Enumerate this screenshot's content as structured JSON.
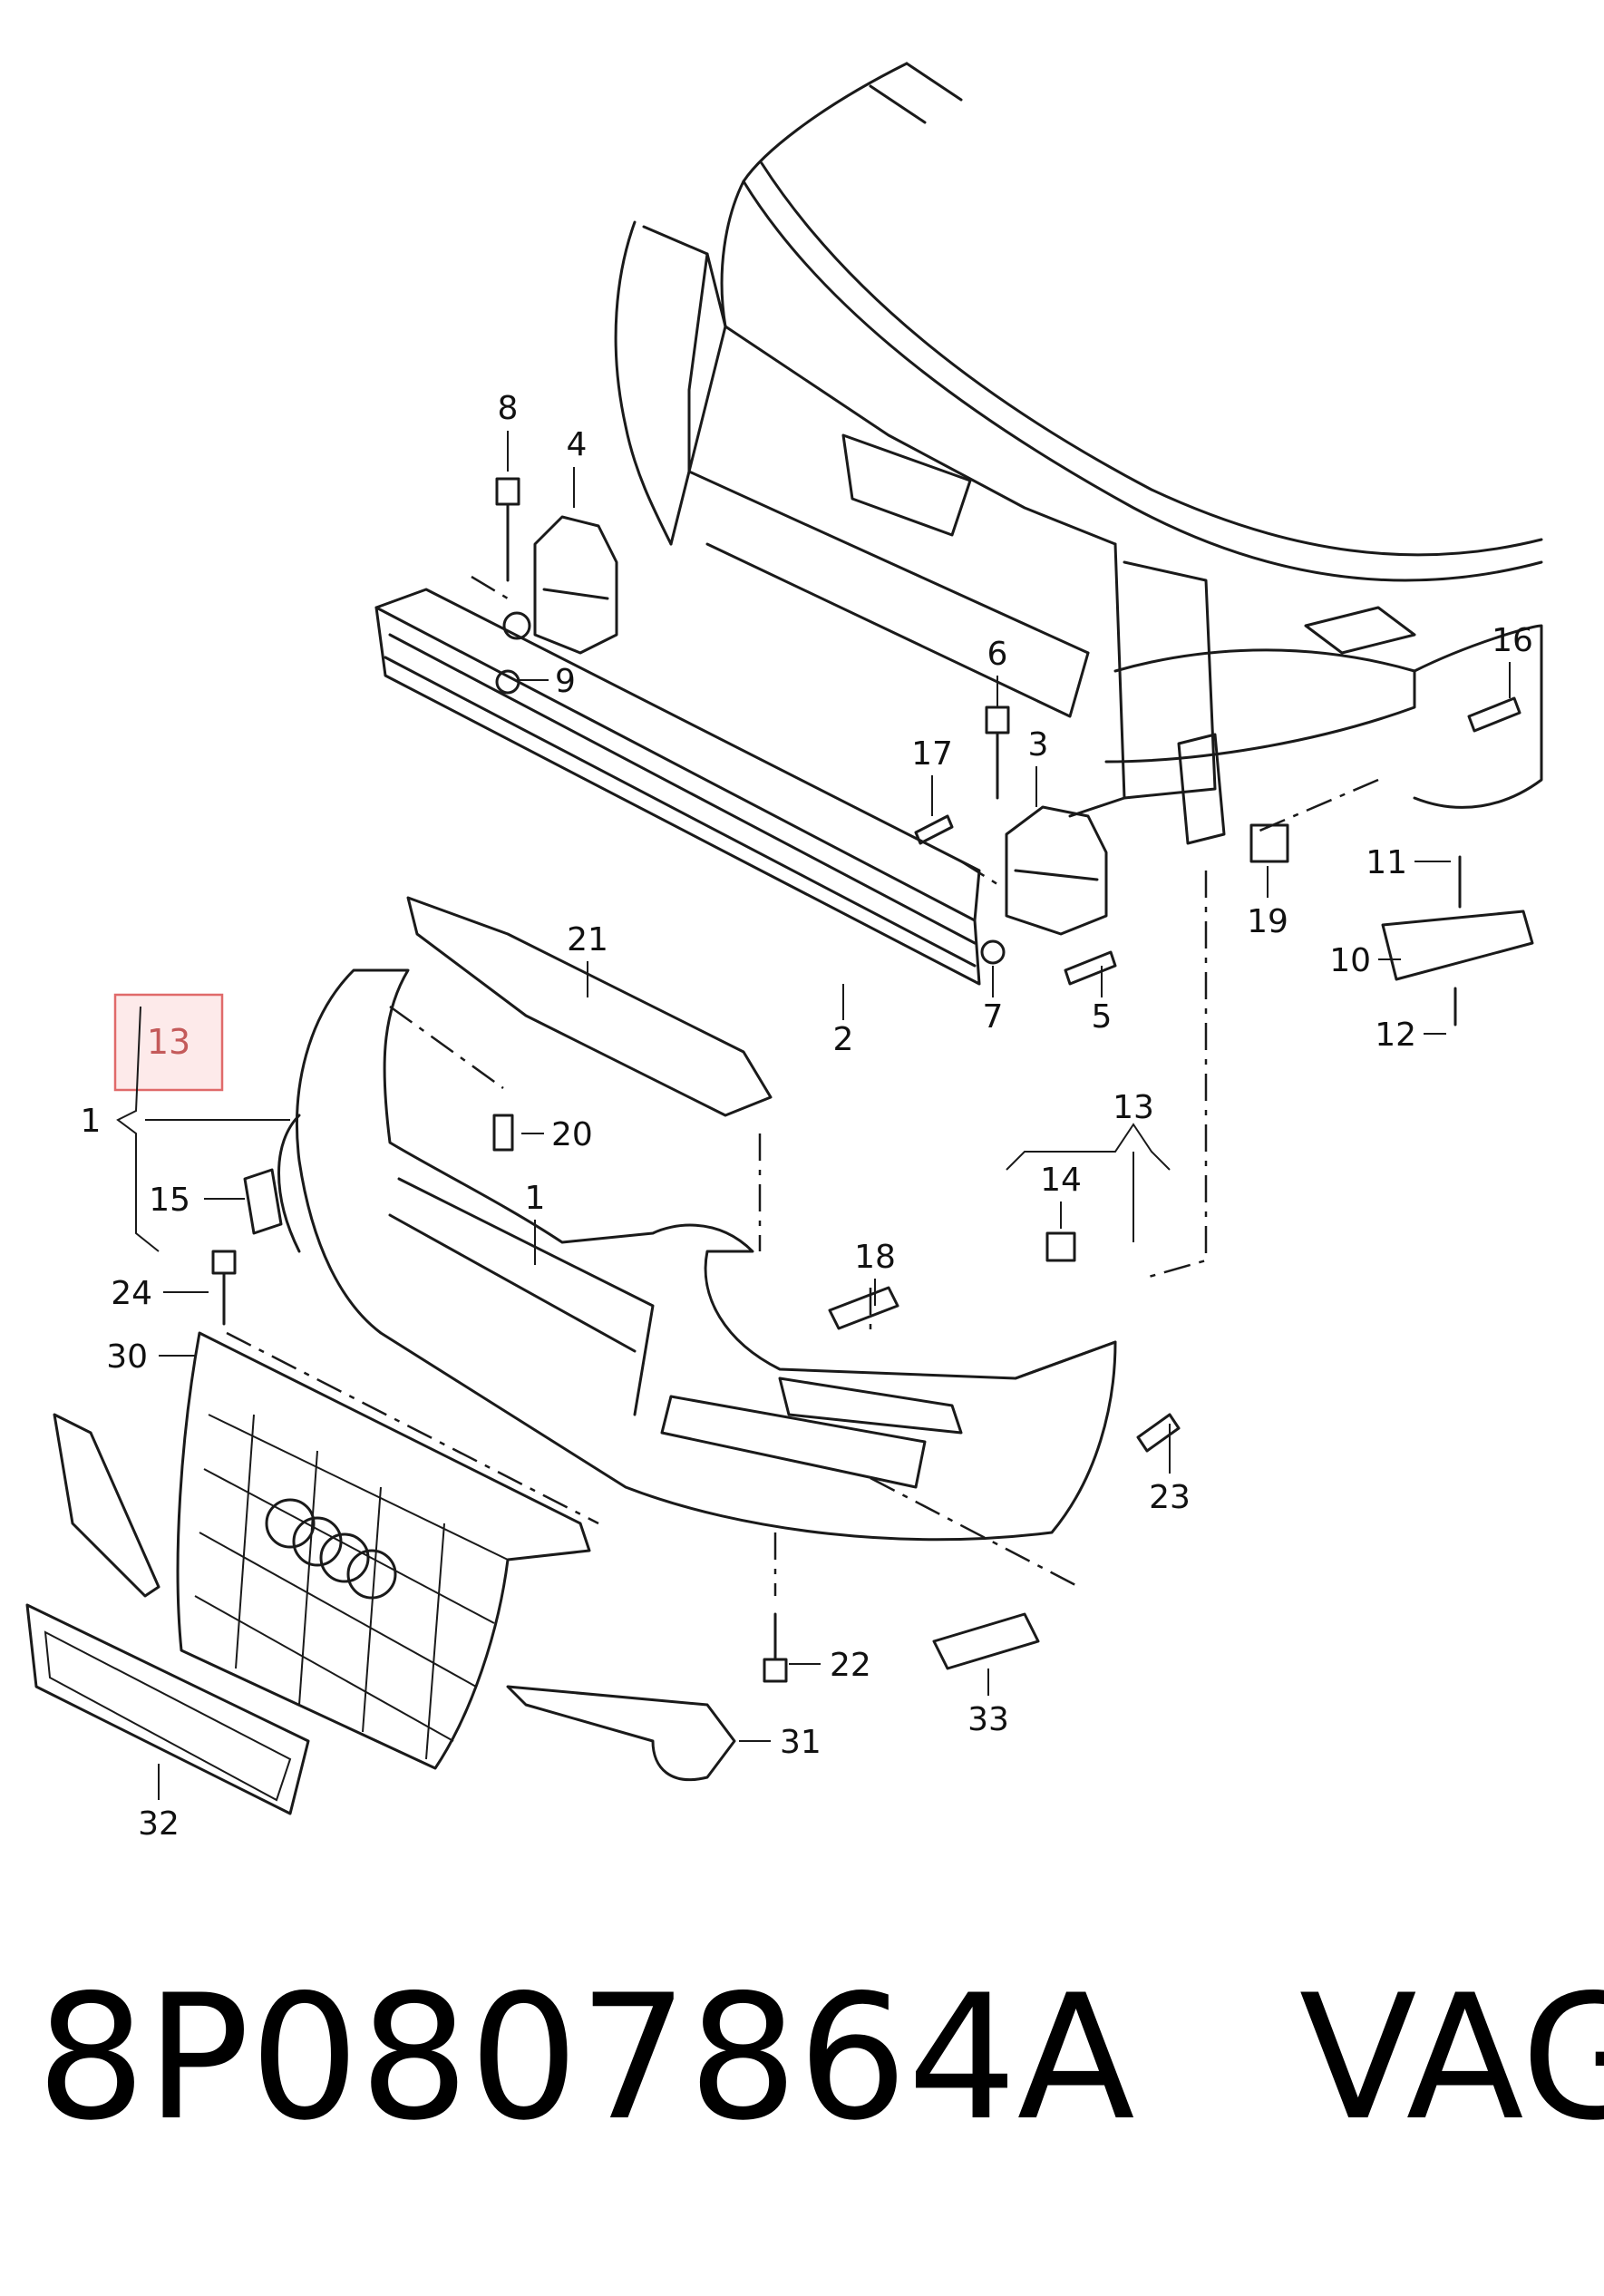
{
  "diagram": {
    "highlight_callout": "13",
    "callouts": [
      "8",
      "4",
      "9",
      "6",
      "17",
      "3",
      "16",
      "11",
      "19",
      "10",
      "12",
      "21",
      "2",
      "7",
      "5",
      "13",
      "14",
      "1",
      "20",
      "15",
      "1",
      "18",
      "24",
      "30",
      "23",
      "22",
      "33",
      "31",
      "32"
    ]
  },
  "caption": {
    "part_number": "8P0807864A",
    "brand": "VAG",
    "spacer": "   "
  }
}
